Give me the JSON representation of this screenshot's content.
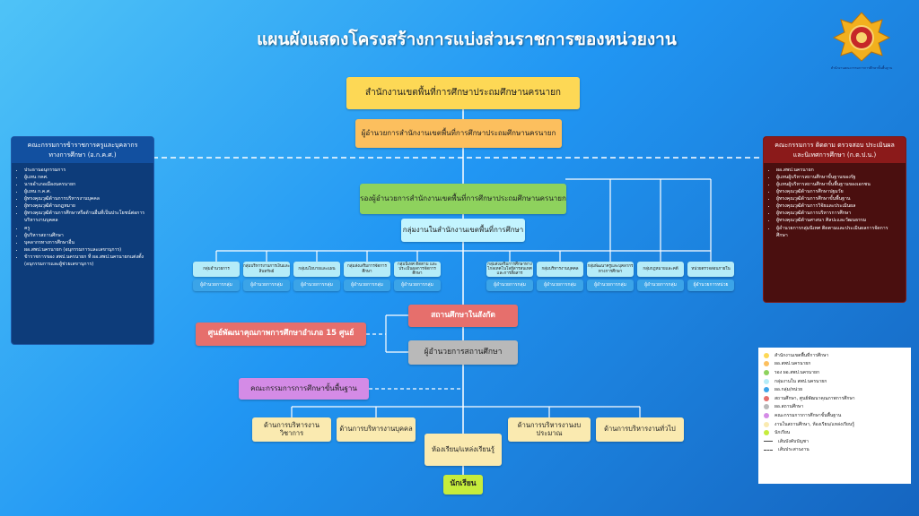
{
  "title": "แผนผังแสดงโครงสร้างการแบ่งส่วนราชการของหน่วยงาน",
  "logo": {
    "icon": "emblem-icon",
    "caption": "สำนักงานคณะกรรมการการศึกษาขั้นพื้นฐาน"
  },
  "office": "สำนักงานเขตพื้นที่การศึกษาประถมศึกษานครนายก",
  "director": "ผู้อำนวยการสำนักงานเขตพื้นที่การศึกษาประถมศึกษานครนายก",
  "deputy": "รองผู้อำนวยการสำนักงานเขตพื้นที่การศึกษาประถมศึกษานครนายก",
  "groups_header": "กลุ่มงานในสำนักงานเขตพื้นที่การศึกษา",
  "groups": [
    {
      "name": "กลุ่มอำนวยการ",
      "head": "ผู้อำนวยการกลุ่ม"
    },
    {
      "name": "กลุ่มบริหารงานการเงินและสินทรัพย์",
      "head": "ผู้อำนวยการกลุ่ม"
    },
    {
      "name": "กลุ่มนโยบายและแผน",
      "head": "ผู้อำนวยการกลุ่ม"
    },
    {
      "name": "กลุ่มส่งเสริมการจัดการศึกษา",
      "head": "ผู้อำนวยการกลุ่ม"
    },
    {
      "name": "กลุ่มนิเทศ ติดตาม และประเมินผลการจัดการศึกษา",
      "head": "ผู้อำนวยการกลุ่ม"
    },
    {
      "name": "กลุ่มส่งเสริมการศึกษาทางไกลเทคโนโลยีสารสนเทศและการสื่อสาร",
      "head": "ผู้อำนวยการกลุ่ม"
    },
    {
      "name": "กลุ่มบริหารงานบุคคล",
      "head": "ผู้อำนวยการกลุ่ม"
    },
    {
      "name": "กลุ่มพัฒนาครูและบุคลากรทางการศึกษา",
      "head": "ผู้อำนวยการกลุ่ม"
    },
    {
      "name": "กลุ่มกฎหมายและคดี",
      "head": "ผู้อำนวยการกลุ่ม"
    },
    {
      "name": "หน่วยตรวจสอบภายใน",
      "head": "ผู้อำนวยการหน่วย"
    }
  ],
  "schools": "สถานศึกษาในสังกัด",
  "center": "ศูนย์พัฒนาคุณภาพการศึกษาอำเภอ 15 ศูนย์",
  "school_director": "ผู้อำนวยการสถานศึกษา",
  "committee": "คณะกรรมการการศึกษาขั้นพื้นฐาน",
  "admin_areas": [
    "ด้านการบริหารงานวิชาการ",
    "ด้านการบริหารงานบุคคล",
    "ด้านการบริหารงานงบประมาณ",
    "ด้านการบริหารงานทั่วไป"
  ],
  "classroom": "ห้องเรียน/แหล่งเรียนรู้",
  "student": "นักเรียน",
  "left_panel": {
    "title": "คณะกรรมการข้าราชการครูและบุคลากรทางการศึกษา (อ.ก.ค.ศ.)",
    "items": [
      "ประธานอนุกรรมการ",
      "ผู้แทน กคศ.",
      "นายอำเภอเมืองนครนายก",
      "ผู้แทน ก.ค.ศ.",
      "ผู้ทรงคุณวุฒิด้านการบริหารงานบุคคล",
      "ผู้ทรงคุณวุฒิด้านกฎหมาย",
      "ผู้ทรงคุณวุฒิด้านการศึกษาหรือด้านอื่นที่เป็นประโยชน์ต่อการบริหารงานบุคคล",
      "ครู",
      "ผู้บริหารสถานศึกษา",
      "บุคลากรทางการศึกษาอื่น",
      "ผอ.สพป.นครนายก (อนุกรรมการและเลขานุการ)",
      "ข้าราชการของ สพป.นครนายก ที่ ผอ.สพป.นครนายกแต่งตั้ง (อนุกรรมการและผู้ช่วยเลขานุการ)"
    ]
  },
  "right_panel": {
    "title": "คณะกรรมการ ติดตาม ตรวจสอบ ประเมินผล และนิเทศการศึกษา (ก.ต.ป.น.)",
    "items": [
      "ผอ.สพป.นครนายก",
      "ผู้แทนผู้บริหารสถานศึกษาขั้นฐานของรัฐ",
      "ผู้แทนผู้บริหารสถานศึกษาขั้นพื้นฐานของเอกชน",
      "ผู้ทรงคุณวุฒิด้านการศึกษาปฐมวัย",
      "ผู้ทรงคุณวุฒิด้านการศึกษาขั้นพื้นฐาน",
      "ผู้ทรงคุณวุฒิด้านการวิจัยและประเมินผล",
      "ผู้ทรงคุณวุฒิด้านการบริหารการศึกษา",
      "ผู้ทรงคุณวุฒิด้านศาสนา ศิลปะและวัฒนธรรม",
      "ผู้อำนวยการกลุ่มนิเทศ ติดตามและประเมินผลการจัดการศึกษา"
    ]
  },
  "legend": {
    "items": [
      {
        "label": "สำนักงานเขตพื้นที่การศึกษา",
        "color": "#fdd855"
      },
      {
        "label": "ผอ.สพป.นครนายก",
        "color": "#fcbf5e"
      },
      {
        "label": "รอง ผอ.สพป.นครนายก",
        "color": "#8ed25d"
      },
      {
        "label": "กลุ่มงานใน สพป.นครนายก",
        "color": "#b5ecf8"
      },
      {
        "label": "ผอ.กลุ่ม/หน่วย",
        "color": "#3ba4e8"
      },
      {
        "label": "สถานศึกษา, ศูนย์พัฒนาคุณภาพการศึกษา",
        "color": "#e66f6c"
      },
      {
        "label": "ผอ.สถานศึกษา",
        "color": "#b9b9b9"
      },
      {
        "label": "คณะกรรมการการศึกษาขั้นพื้นฐาน",
        "color": "#d48be6"
      },
      {
        "label": "งานในสถานศึกษา, ห้องเรียน/แหล่งเรียนรู้",
        "color": "#faeab0"
      },
      {
        "label": "นักเรียน",
        "color": "#c6ec3c"
      }
    ],
    "line_solid": "เส้นบังคับบัญชา",
    "line_dashed": "เส้นประสานงาน"
  }
}
